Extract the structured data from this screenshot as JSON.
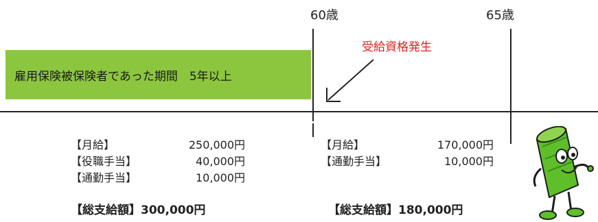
{
  "timeline": {
    "age_60": "60歳",
    "age_65": "65歳",
    "insured_period": "雇用保険被保険者であった期間　5年以上",
    "eligibility_event": "受給資格発生"
  },
  "before": {
    "items": [
      {
        "label": "【月給】",
        "value": "250,000円"
      },
      {
        "label": "【役職手当】",
        "value": "40,000円"
      },
      {
        "label": "【通勤手当】",
        "value": "10,000円"
      }
    ],
    "total_label": "【総支給額】",
    "total_value": "300,000円"
  },
  "after": {
    "items": [
      {
        "label": "【月給】",
        "value": "170,000円"
      },
      {
        "label": "【通勤手当】",
        "value": "10,000円"
      }
    ],
    "total_label": "【総支給額】",
    "total_value": "180,000円"
  },
  "colors": {
    "bar": "#8cc63f",
    "event": "#e0201f",
    "mascot": "#5fbf2a"
  },
  "icons": {
    "mascot": "green-rolled-bill-mascot-icon",
    "arrow": "diagonal-arrow-icon"
  }
}
